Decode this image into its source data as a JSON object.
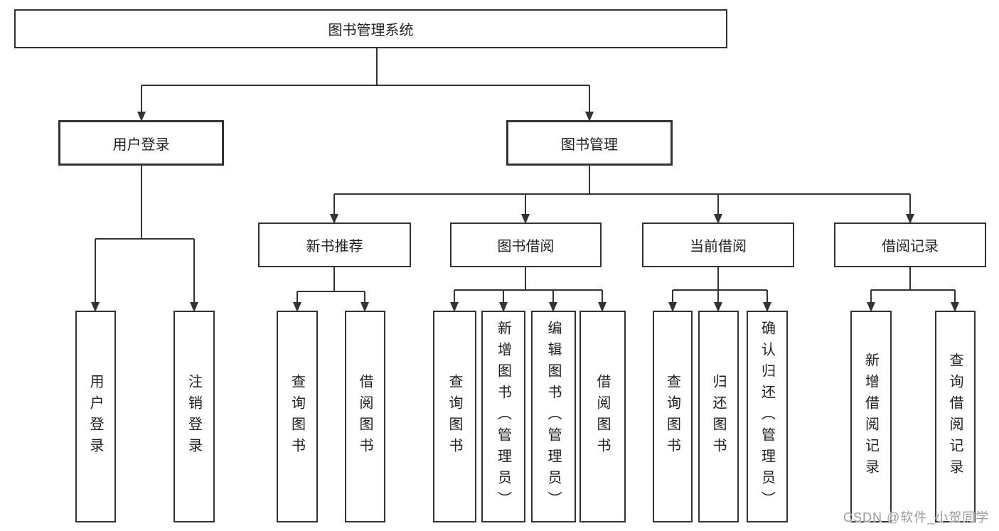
{
  "title": "图书管理系统",
  "level2": {
    "user_login": "用户登录",
    "book_management": "图书管理"
  },
  "level3": {
    "new_book_recommend": "新书推荐",
    "book_borrow": "图书借阅",
    "current_borrow": "当前借阅",
    "borrow_records": "借阅记录"
  },
  "leaves": {
    "user_login": [
      "用户登录",
      "注销登录"
    ],
    "new_book_recommend": [
      "查询图书",
      "借阅图书"
    ],
    "book_borrow": [
      "查询图书",
      "新增图书（管理员）",
      "编辑图书（管理员）",
      "借阅图书"
    ],
    "current_borrow": [
      "查询图书",
      "归还图书",
      "确认归还（管理员）"
    ],
    "borrow_records": [
      "新增借阅记录",
      "查询借阅记录"
    ]
  },
  "watermark": "CSDN @软件_小贺同学",
  "colors": {
    "line": "#333333",
    "text": "#1f1f1f",
    "watermark": "#9a9a9a",
    "background": "#ffffff"
  }
}
